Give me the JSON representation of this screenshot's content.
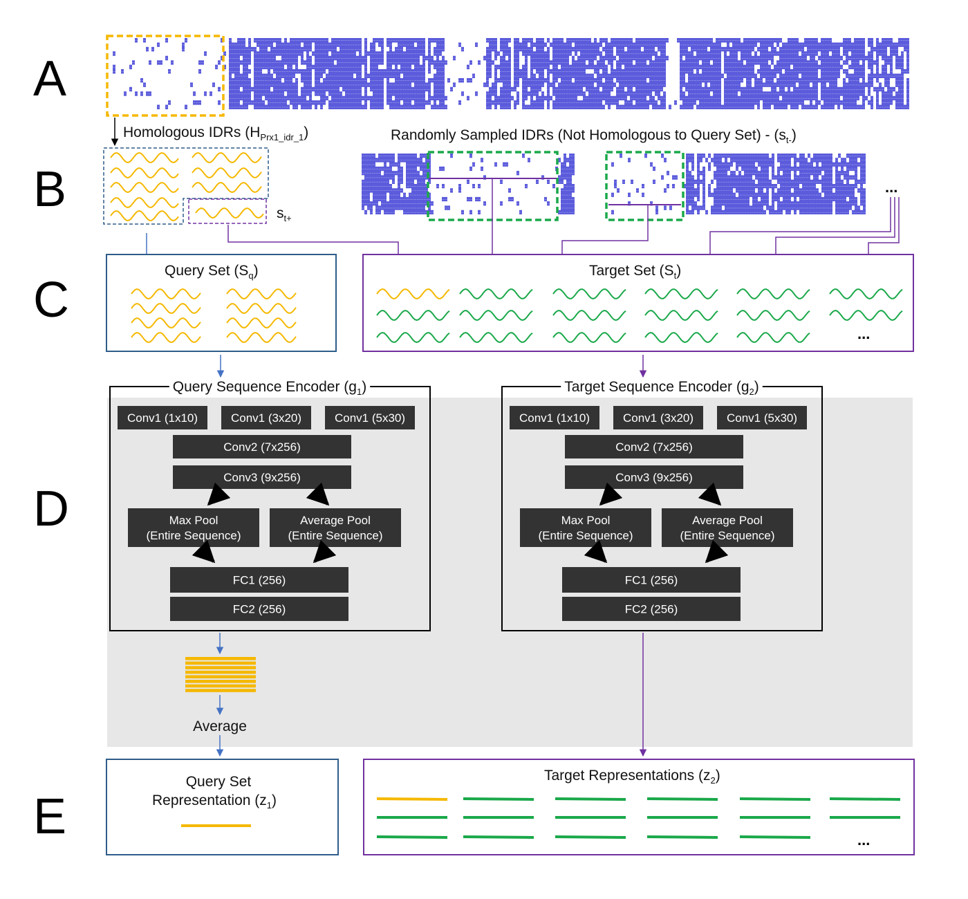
{
  "panels": [
    "A",
    "B",
    "C",
    "D",
    "E"
  ],
  "labels": {
    "homologous_idrs": "Homologous IDRs (H",
    "homologous_idrs_sub": "Prx1_idr_1",
    "homologous_idrs_close": ")",
    "random_idrs": "Randomly Sampled IDRs (Not Homologous to Query Set) - (s",
    "random_idrs_sub": "t-",
    "random_idrs_close": ")",
    "st_plus": "s",
    "st_plus_sub": "t+",
    "ellipsis": "..."
  },
  "query_set": {
    "title": "Query Set (S",
    "sub": "q",
    "close": ")"
  },
  "target_set": {
    "title": "Target Set (S",
    "sub": "t",
    "close": ")"
  },
  "encoders": [
    {
      "title": "Query Sequence Encoder (g",
      "sub": "1",
      "close": ")",
      "conv1": [
        "Conv1 (1x10)",
        "Conv1 (3x20)",
        "Conv1 (5x30)"
      ],
      "conv2": "Conv2 (7x256)",
      "conv3": "Conv3 (9x256)",
      "pool_max": [
        "Max Pool",
        "(Entire Sequence)"
      ],
      "pool_avg": [
        "Average Pool",
        "(Entire Sequence)"
      ],
      "fc1": "FC1 (256)",
      "fc2": "FC2 (256)"
    },
    {
      "title": "Target Sequence Encoder (g",
      "sub": "2",
      "close": ")",
      "conv1": [
        "Conv1 (1x10)",
        "Conv1 (3x20)",
        "Conv1 (5x30)"
      ],
      "conv2": "Conv2 (7x256)",
      "conv3": "Conv3 (9x256)",
      "pool_max": [
        "Max Pool",
        "(Entire Sequence)"
      ],
      "pool_avg": [
        "Average Pool",
        "(Entire Sequence)"
      ],
      "fc1": "FC1 (256)",
      "fc2": "FC2 (256)"
    }
  ],
  "average_label": "Average",
  "query_rep": {
    "line1": "Query Set",
    "line2": "Representation (z",
    "sub": "1",
    "close": ")"
  },
  "target_rep": {
    "title": "Target Representations (z",
    "sub": "2",
    "close": ")"
  },
  "colors": {
    "yellow": "#f5b800",
    "green": "#1aa84a",
    "blue_arrow": "#4472c4",
    "purple": "#7030a0",
    "dark_box": "#333333",
    "alignment_blue": "#5b5bdc",
    "gray_bg": "#e7e7e7",
    "query_box": "#2e5c8a"
  }
}
